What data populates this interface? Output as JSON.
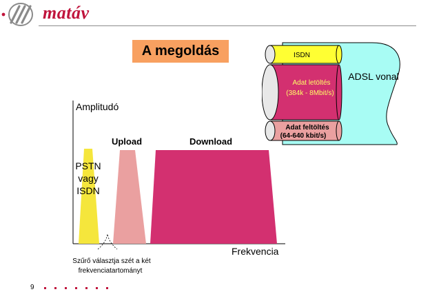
{
  "header": {
    "logo_text": "matáv"
  },
  "slide": {
    "title": "A megoldás",
    "page_number": "9"
  },
  "cable": {
    "isdn_label": "ISDN",
    "download_label_1": "Adat letöltés",
    "download_label_2": "(384k - 8Mbit/s)",
    "upload_label_1": "Adat feltöltés",
    "upload_label_2": "(64-640 kbit/s)",
    "line_label": "ADSL vonal"
  },
  "spectrum": {
    "y_label": "Amplitudó",
    "x_label": "Frekvencia",
    "pstn_label_1": "PSTN",
    "pstn_label_2": "vagy",
    "pstn_label_3": "ISDN",
    "upload_label": "Upload",
    "download_label": "Download",
    "filter_note_1": "Szűrő választja szét a két",
    "filter_note_2": "frekvenciatartományt"
  },
  "colors": {
    "brand": "#c0143c",
    "title_bg": "#f8a060",
    "isdn": "#ffff33",
    "download": "#d33070",
    "upload": "#eaa0a0",
    "cable": "#a8fcf4",
    "pstn": "#f5e63c"
  }
}
